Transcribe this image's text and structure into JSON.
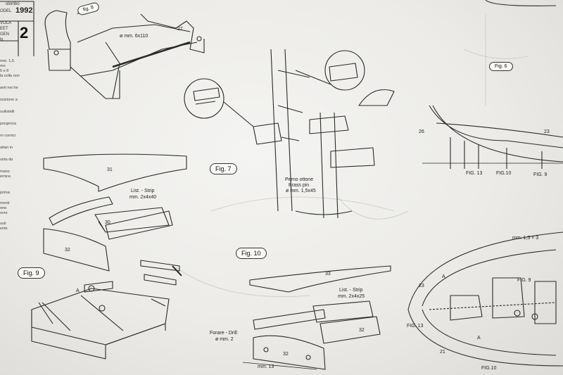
{
  "header": {
    "small_top": "olombo",
    "model_label": "ODEL",
    "year": "1992",
    "sheet_lines": [
      "VOLA",
      "EET",
      "GEN",
      "N"
    ],
    "sheet_number": "2"
  },
  "left_text": [
    "mm. 1,5.",
    "mo",
    "6 e 8",
    "la colla non",
    "anti nei tre",
    "osizione a",
    "suilistelli",
    "porgenza",
    "ro cornici",
    "attari in",
    "unta da",
    "mano",
    "ernice.",
    "prima",
    "menti",
    "one.",
    "ovre",
    "usti",
    "ente"
  ],
  "figures": {
    "fig_top_left": "fig. 8",
    "fig_7": "Fig. 7",
    "fig_9": "Fig. 9",
    "fig_10": "Fig. 10",
    "fig_6": "Fig. 6"
  },
  "labels": {
    "dia_top": "ø mm. 6x110",
    "part_27": "27",
    "brass_it": "Perno ottone",
    "brass_en": "Brass pin",
    "brass_size": "ø mm. 1,5x45",
    "list_strip_9a": "List. - Strip",
    "list_strip_9b": "mm. 2x4x40",
    "list_strip_10a": "List. - Strip",
    "list_strip_10b": "mm. 2x4x25",
    "drill_a": "Forare - Drill",
    "drill_b": "ø mm. 2",
    "mm13": "mm. 13",
    "mm15_3": "mm. 1,5 × 3",
    "fig13_a": "FIG. 13",
    "fig10_a": "FIG.10",
    "fig9_a": "FIG. 9",
    "fig9_b": "FIG. 9",
    "fig13_b": "FIG. 13",
    "fig10_b": "FIG.10",
    "part_a1": "A",
    "part_a2": "A",
    "part_a3": "A"
  },
  "parts": {
    "p31": "31",
    "p30": "30",
    "p32a": "32",
    "p33": "33",
    "p32b": "32",
    "p32c": "32",
    "p26": "26",
    "p23a": "23",
    "p23b": "23",
    "p21": "21"
  }
}
